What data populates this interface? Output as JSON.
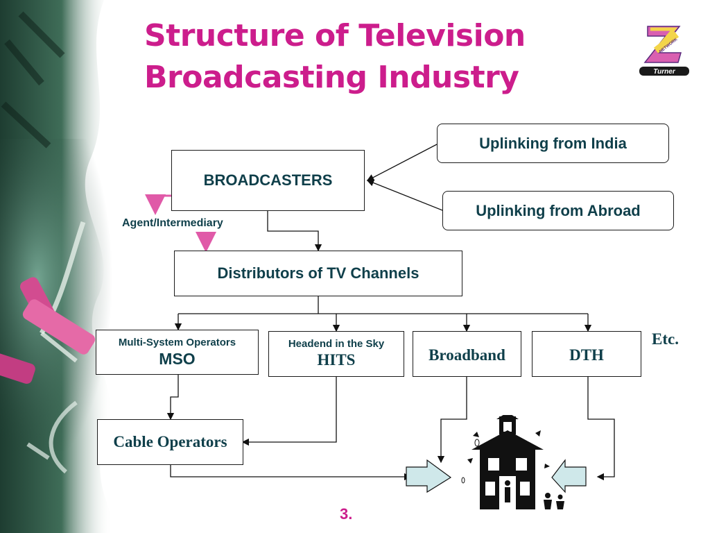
{
  "title": {
    "line1": "Structure of Television",
    "line2": "Broadcasting Industry"
  },
  "logo": {
    "text_top": "NETWORK",
    "text_bottom": "Turner"
  },
  "nodes": {
    "broadcasters": "BROADCASTERS",
    "uplink_india": "Uplinking from India",
    "uplink_abroad": "Uplinking from Abroad",
    "agent": "Agent/Intermediary",
    "distributors": "Distributors of TV Channels",
    "mso_top": "Multi-System Operators",
    "mso_bottom": "MSO",
    "hits_top": "Headend in the Sky",
    "hits_bottom": "HITS",
    "broadband": "Broadband",
    "dth": "DTH",
    "etc": "Etc.",
    "cable": "Cable Operators"
  },
  "slide_number": "3.",
  "colors": {
    "title": "#cc1d8c",
    "text": "#0f3f4a",
    "pink_arrow": "#e05aa8",
    "block_arrow": "#cfe8ea",
    "chalkboard": "#2f5a48"
  },
  "icons": {
    "logo": "zee-network-turner-logo",
    "consumer": "house-with-people-icon",
    "block_arrow": "right-block-arrow-icon"
  }
}
